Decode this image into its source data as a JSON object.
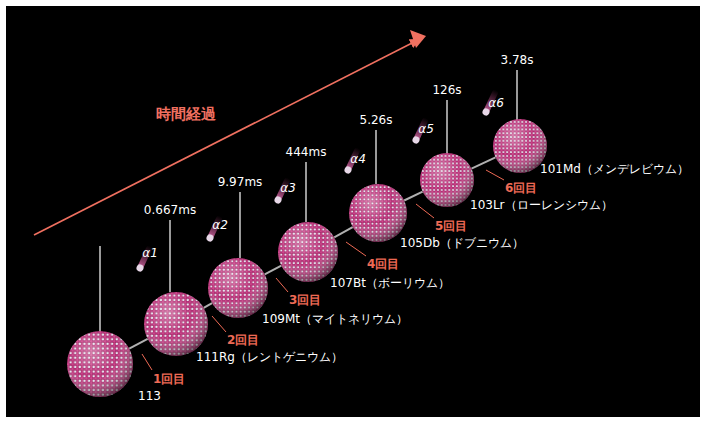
{
  "diagram": {
    "nodes": [
      {
        "text": [
          "113"
        ]
      },
      {
        "text": [
          "111Rg（レントゲニウム）"
        ]
      },
      {
        "text": [
          "109Mt（マイトネリウム）"
        ]
      },
      {
        "text": [
          "107Bt（ボーリウム）"
        ]
      },
      {
        "text": [
          "105Db（ドブニウム）"
        ]
      },
      {
        "text": [
          "103Lr（ローレンシウム）"
        ]
      },
      {
        "text": [
          "101Md（メンデレビウム）"
        ]
      }
    ],
    "edges": [
      {
        "from": 0,
        "to": 1,
        "arrow": "none",
        "label": "1回目"
      },
      {
        "from": 1,
        "to": 2,
        "arrow": "none",
        "label": "2回目"
      },
      {
        "from": 2,
        "to": 3,
        "arrow": "none",
        "label": "3回目"
      },
      {
        "from": 3,
        "to": 4,
        "arrow": "none",
        "label": "4回目"
      },
      {
        "from": 4,
        "to": 5,
        "arrow": "none",
        "label": "5回目"
      },
      {
        "from": 5,
        "to": 6,
        "arrow": "none",
        "label": "6回目"
      }
    ],
    "labels": [
      "時間経過",
      "α1",
      "α2",
      "α3",
      "α4",
      "α5",
      "α6",
      "0.667ms",
      "9.97ms",
      "444ms",
      "5.26s",
      "126s",
      "3.78s"
    ]
  }
}
